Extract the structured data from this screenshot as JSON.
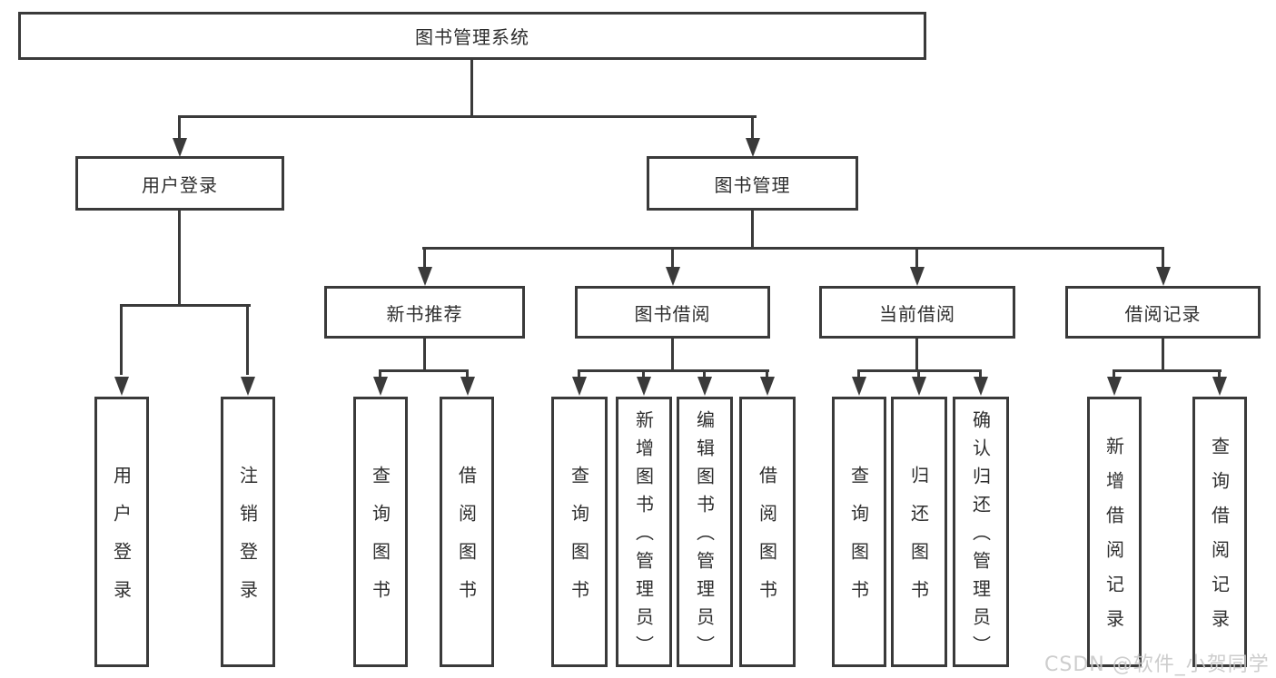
{
  "colors": {
    "line": "#3a3a3a",
    "box_border": "#3a3a3a",
    "text": "#2e2e2e",
    "background": "#ffffff",
    "watermark": "#c9c9c9"
  },
  "tree": {
    "root": {
      "label": "图书管理系统"
    },
    "level2": [
      {
        "id": "user-login",
        "label": "用户登录"
      },
      {
        "id": "book-management",
        "label": "图书管理"
      }
    ],
    "level3": [
      {
        "id": "new-book-recommend",
        "label": "新书推荐"
      },
      {
        "id": "book-borrowing",
        "label": "图书借阅"
      },
      {
        "id": "current-borrowing",
        "label": "当前借阅"
      },
      {
        "id": "borrowing-records",
        "label": "借阅记录"
      }
    ],
    "leaves": {
      "user_login": [
        {
          "label": "用户登录"
        },
        {
          "label": "注销登录"
        }
      ],
      "new_book_recommend": [
        {
          "label": "查询图书"
        },
        {
          "label": "借阅图书"
        }
      ],
      "book_borrowing": [
        {
          "label": "查询图书"
        },
        {
          "label": "新增图书（管理员）"
        },
        {
          "label": "编辑图书（管理员）"
        },
        {
          "label": "借阅图书"
        }
      ],
      "current_borrowing": [
        {
          "label": "查询图书"
        },
        {
          "label": "归还图书"
        },
        {
          "label": "确认归还（管理员）"
        }
      ],
      "borrowing_records": [
        {
          "label": "新增借阅记录"
        },
        {
          "label": "查询借阅记录"
        }
      ]
    }
  },
  "watermark": {
    "text": "CSDN @软件_小贺同学"
  }
}
